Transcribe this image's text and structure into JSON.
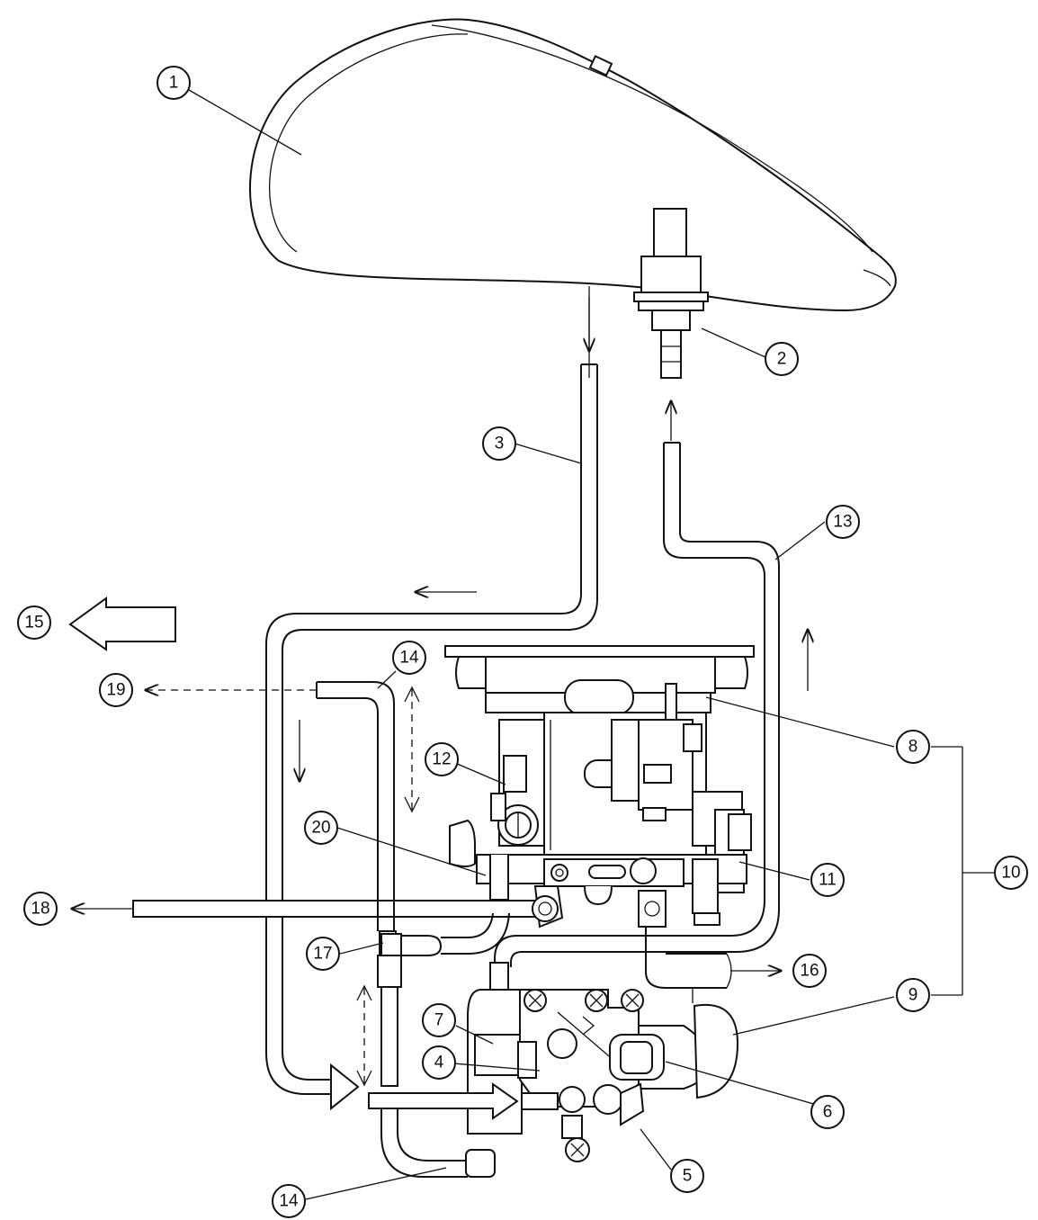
{
  "callouts": {
    "c1": "1",
    "c2": "2",
    "c3": "3",
    "c4": "4",
    "c5": "5",
    "c6": "6",
    "c7": "7",
    "c8": "8",
    "c9": "9",
    "c10": "10",
    "c11": "11",
    "c12": "12",
    "c13": "13",
    "c14a": "14",
    "c14b": "14",
    "c15": "15",
    "c16": "16",
    "c17": "17",
    "c18": "18",
    "c19": "19",
    "c20": "20"
  },
  "colors": {
    "line": "#111111",
    "background": "#ffffff"
  }
}
